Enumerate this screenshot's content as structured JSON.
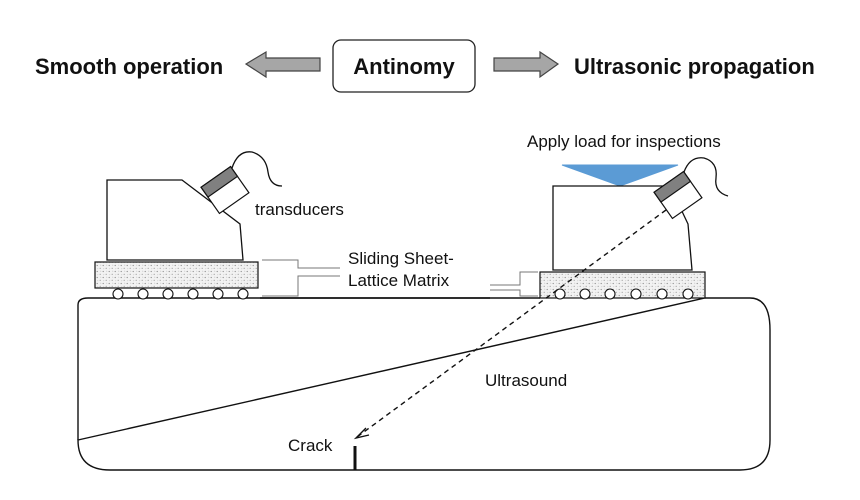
{
  "header": {
    "center_label": "Antinomy",
    "left_label": "Smooth operation",
    "right_label": "Ultrasonic propagation"
  },
  "labels": {
    "transducers": "transducers",
    "sliding_line1": "Sliding Sheet-",
    "sliding_line2": "Lattice Matrix",
    "apply_load": "Apply load for inspections",
    "ultrasound": "Ultrasound",
    "crack": "Crack"
  },
  "colors": {
    "arrow_fill": "#a6a6a6",
    "load_arrow": "#5b9bd5",
    "sensor_gray": "#808080",
    "outline": "#111111"
  }
}
